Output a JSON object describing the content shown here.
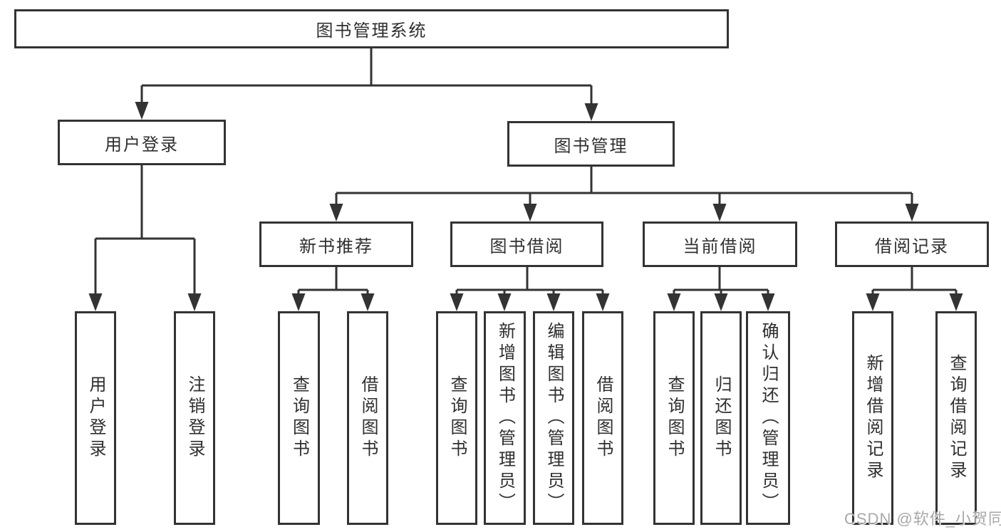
{
  "tree": {
    "root": {
      "label": "图书管理系统"
    },
    "children": [
      {
        "label": "用户登录",
        "children": [
          {
            "label": "用户登录"
          },
          {
            "label": "注销登录"
          }
        ]
      },
      {
        "label": "图书管理",
        "children": [
          {
            "label": "新书推荐",
            "children": [
              {
                "label": "查询图书"
              },
              {
                "label": "借阅图书"
              }
            ]
          },
          {
            "label": "图书借阅",
            "children": [
              {
                "label": "查询图书"
              },
              {
                "label": "新增图书（管理员）"
              },
              {
                "label": "编辑图书（管理员）"
              },
              {
                "label": "借阅图书"
              }
            ]
          },
          {
            "label": "当前借阅",
            "children": [
              {
                "label": "查询图书"
              },
              {
                "label": "归还图书"
              },
              {
                "label": "确认归还（管理员）"
              }
            ]
          },
          {
            "label": "借阅记录",
            "children": [
              {
                "label": "新增借阅记录"
              },
              {
                "label": "查询借阅记录"
              }
            ]
          }
        ]
      }
    ]
  },
  "watermark": {
    "text": "CSDN @软件_小贺同学"
  },
  "colors": {
    "line": "#333333",
    "text": "#2f2f2f",
    "box_fill": "#ffffff",
    "watermark": "#a8a8a8",
    "background": "#ffffff"
  }
}
